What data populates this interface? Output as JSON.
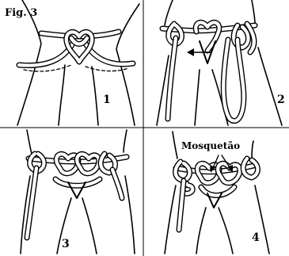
{
  "figure": {
    "title": "Fig. 3",
    "panels": [
      {
        "number": "1"
      },
      {
        "number": "2"
      },
      {
        "number": "3"
      },
      {
        "number": "4"
      }
    ],
    "callout": "Mosquetão"
  }
}
